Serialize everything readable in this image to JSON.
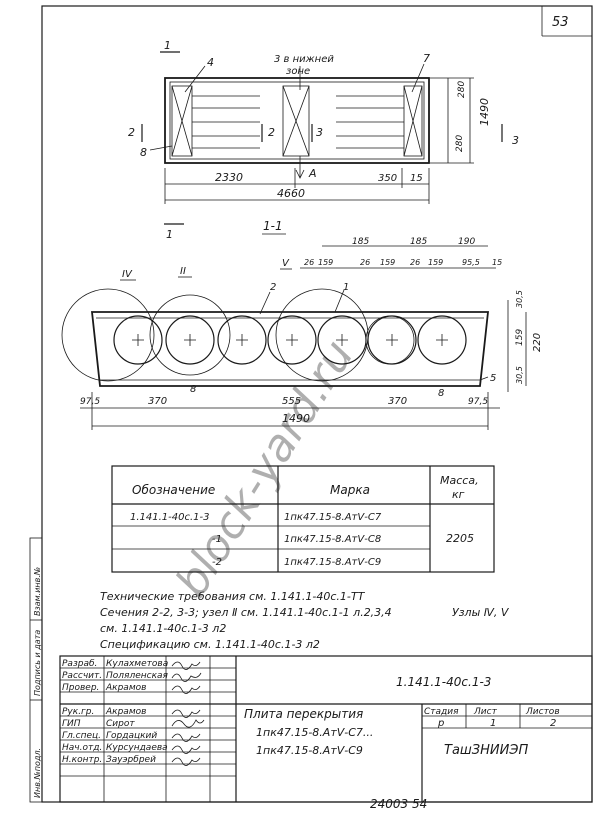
{
  "sheet": {
    "page_number": "53",
    "footer_number": "24003 54"
  },
  "plan_view": {
    "label_4": "4",
    "label_7": "7",
    "label_8": "8",
    "note_line1": "3 в нижней",
    "note_line2": "зоне",
    "section_marks": [
      "1",
      "2",
      "2",
      "3",
      "3"
    ],
    "arrow_label": "A",
    "dims": {
      "d2330": "2330",
      "d4660": "4660",
      "d350": "350",
      "d15": "15",
      "d280a": "280",
      "d280b": "280",
      "d1490": "1490"
    }
  },
  "section_view": {
    "title": "1-1",
    "node_iv": "IV",
    "node_ii": "II",
    "node_v": "V",
    "labels": {
      "l1": "1",
      "l2": "2",
      "l5": "5",
      "l8a": "8",
      "l8b": "8"
    },
    "top_dims": [
      "185",
      "185",
      "190",
      "26",
      "159",
      "26",
      "159",
      "26",
      "159",
      "95,5",
      "15"
    ],
    "bottom_dims": [
      "97,5",
      "370",
      "555",
      "370",
      "97,5"
    ],
    "total": "1490",
    "right_dims": [
      "30,5",
      "159",
      "220",
      "30,5"
    ]
  },
  "table": {
    "header_designation": "Обозначение",
    "header_mark": "Марка",
    "header_mass_line1": "Масса,",
    "header_mass_line2": "кг",
    "rows": [
      {
        "designation": "1.141.1-40с.1-3",
        "mark": "1пк47.15-8.АтⅤ-С7"
      },
      {
        "designation": "-1",
        "mark": "1пк47.15-8.АтⅤ-С8"
      },
      {
        "designation": "-2",
        "mark": "1пк47.15-8.АтⅤ-С9"
      }
    ],
    "mass": "2205"
  },
  "notes": {
    "line1": "Технические требования см. 1.141.1-40с.1-ТТ",
    "line2": "Сечения 2-2, 3-3; узел Ⅱ см. 1.141.1-40с.1-1 л.2,3,4",
    "line3": "см. 1.141.1-40с.1-3 л2",
    "line4": "Спецификацию см. 1.141.1-40с.1-3 л2",
    "nodes": "Узлы Ⅳ, Ⅴ"
  },
  "side_stamp": {
    "cell1": "Инв.№подл.",
    "cell2": "Подпись и дата",
    "cell3": "Взам.инв.№"
  },
  "title_block": {
    "doc_code": "1.141.1-40с.1-3",
    "roles": [
      {
        "role": "Разраб.",
        "name": "Кулахметова"
      },
      {
        "role": "Рассчит.",
        "name": "Поляленская"
      },
      {
        "role": "Провер.",
        "name": "Акрамов"
      },
      {
        "role": "Рук.гр.",
        "name": "Акрамов"
      },
      {
        "role": "ГИП",
        "name": "Сирот"
      },
      {
        "role": "Гл.спец.",
        "name": "Гордацкий"
      },
      {
        "role": "Нач.отд.",
        "name": "Курсундаева"
      },
      {
        "role": "Н.контр.",
        "name": "Зауэрбрей"
      }
    ],
    "title_line1": "Плита перекрытия",
    "title_line2": "1пк47.15-8.АтⅤ-С7...",
    "title_line3": "1пк47.15-8.АтⅤ-С9",
    "stage_header": "Стадия",
    "sheet_header": "Лист",
    "sheets_header": "Листов",
    "stage": "р",
    "sheet": "1",
    "sheets": "2",
    "org": "ТашЗНИИЭП"
  },
  "watermark": "block-yard.ru"
}
